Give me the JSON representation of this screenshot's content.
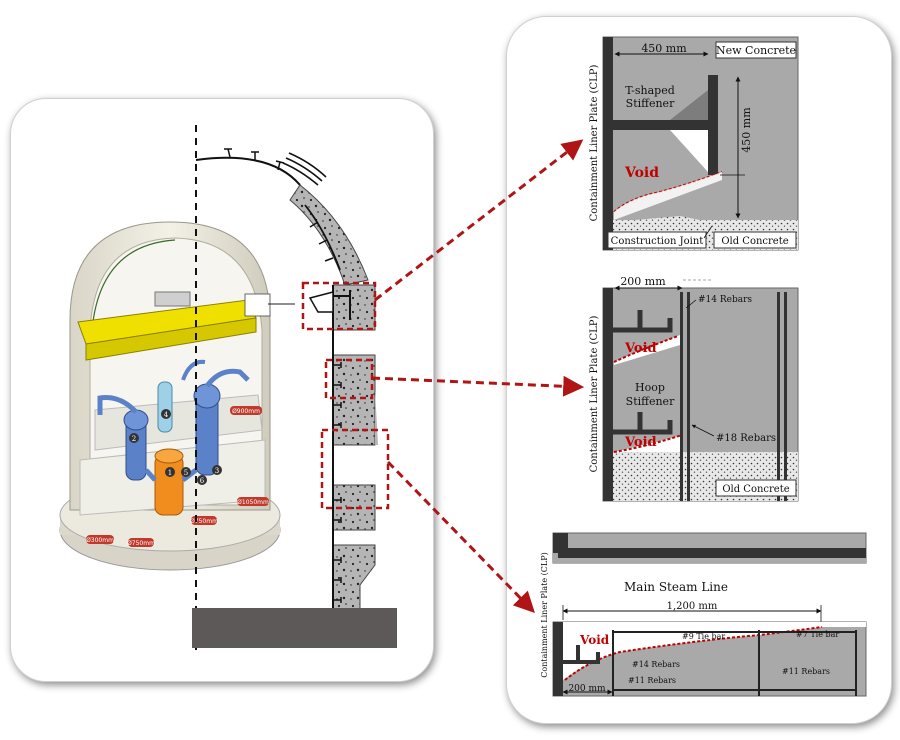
{
  "colors": {
    "concrete": "#a9a9a9",
    "old_concrete": "#e4e4e4",
    "steel": "#333333",
    "void": "#c00000",
    "callout": "#b01515",
    "crane": "#f0e000"
  },
  "plant": {
    "component_numbers": [
      "1",
      "2",
      "3",
      "4",
      "5",
      "6"
    ],
    "pipe_tags": [
      "Ø900mm",
      "Ø1050mm",
      "Ø750mm",
      "Ø750mm",
      "Ø300mm"
    ]
  },
  "detail1": {
    "dim_width": "450 mm",
    "dim_height": "450 mm",
    "new_concrete": "New Concrete",
    "stiffener": "T-shaped\nStiffener",
    "void": "Void",
    "construction_joint": "Construction Joint",
    "old_concrete": "Old Concrete",
    "clp_label": "Containment Liner Plate (CLP)"
  },
  "detail2": {
    "dim_width": "200 mm",
    "rebar_14": "#14 Rebars",
    "rebar_18": "#18 Rebars",
    "void_top": "Void",
    "void_bottom": "Void",
    "stiffener": "Hoop\nStiffener",
    "old_concrete": "Old Concrete",
    "clp_label": "Containment Liner Plate (CLP)"
  },
  "detail3": {
    "title": "Main Steam Line",
    "dim_length": "1,200 mm",
    "dim_width": "200 mm",
    "void": "Void",
    "tie_9": "#9 Tie bar",
    "tie_7": "#7 Tie bar",
    "rebar_14": "#14 Rebars",
    "rebar_11a": "#11 Rebars",
    "rebar_11b": "#11 Rebars",
    "clp_label": "Containment Liner Plate (CLP)"
  }
}
